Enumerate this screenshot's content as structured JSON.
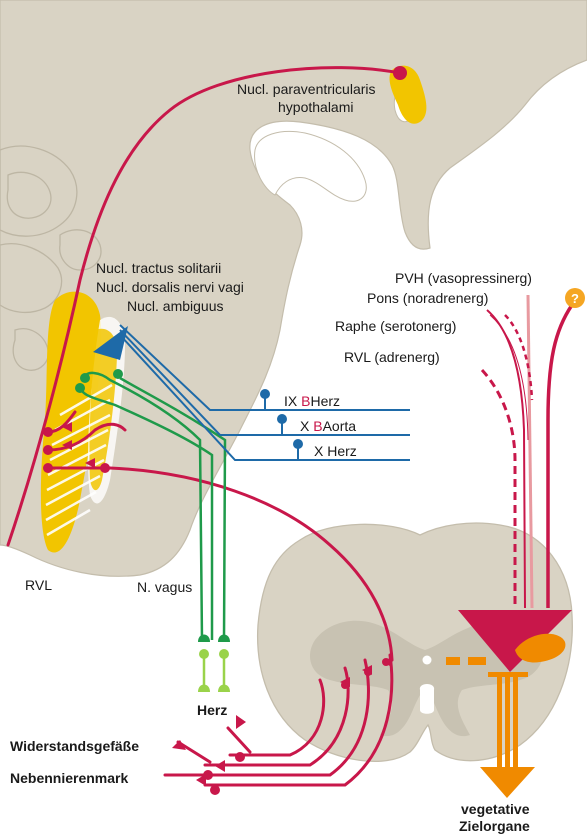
{
  "labels": {
    "pvn": [
      "Nucl. paraventricularis",
      "hypothalami"
    ],
    "nts": "Nucl. tractus solitarii",
    "dmv": "Nucl. dorsalis nervi vagi",
    "amb": "Nucl. ambiguus",
    "rvl": "RVL",
    "vagus": "N. vagus",
    "herz": "Herz",
    "widerstand": "Widerstandsgefäße",
    "nebenniere": "Nebennierenmark",
    "vegetative": [
      "vegetative",
      "Zielorgane"
    ],
    "pvh": "PVH (vasopressinerg)",
    "pons": "Pons (noradrenerg)",
    "raphe": "Raphe (serotonerg)",
    "rvl_adrenerg": "RVL (adrenerg)",
    "question": "?"
  },
  "afferents": [
    {
      "prefix": "IX ",
      "b": "B",
      "target": "Herz"
    },
    {
      "prefix": "X ",
      "b": "B",
      "target": "Aorta"
    },
    {
      "prefix": "X Herz",
      "b": "",
      "target": ""
    }
  ],
  "colors": {
    "tissue": "#d9d3c4",
    "tissue_outline": "#c4bdac",
    "gray_matter": "#c8c2b2",
    "nucleus_yellow": "#f2c500",
    "sympathetic": "#c8174a",
    "vagal": "#1f9a4a",
    "vagal_light": "#9ad34a",
    "afferent": "#1e6aa8",
    "vegetative": "#f08a00",
    "vasopressin": "#e89aa0",
    "question": "#f5a623"
  }
}
